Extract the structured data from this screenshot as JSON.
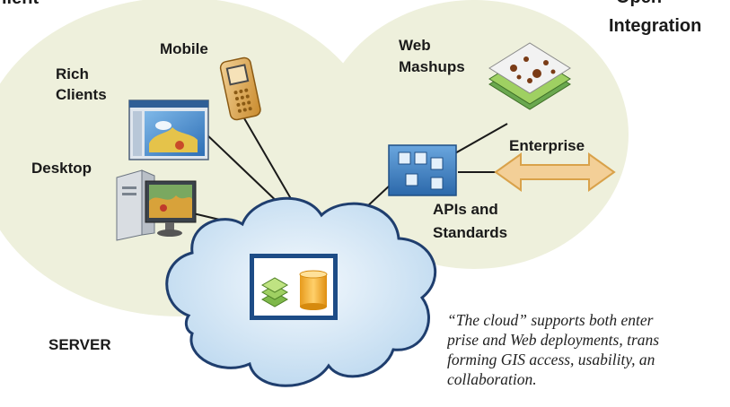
{
  "labels": {
    "client_partial": "lient",
    "open_partial": "Open",
    "integration": "Integration",
    "mobile": "Mobile",
    "rich_clients": [
      "Rich",
      "Clients"
    ],
    "desktop": "Desktop",
    "web_mashups": [
      "Web",
      "Mashups"
    ],
    "enterprise": "Enterprise",
    "apis_standards": [
      "APIs and",
      "Standards"
    ],
    "server": "SERVER"
  },
  "caption": {
    "lines": [
      "“The cloud” supports both enter",
      "prise and Web deployments, trans",
      "forming GIS access, usability, an",
      "collaboration."
    ]
  },
  "colors": {
    "ellipse_fill": "#eef0dc",
    "cloud_fill": "#cfe3f3",
    "cloud_stroke": "#1f3e6e",
    "connector": "#1a1a1a",
    "arrow_fill": "#f3cf97",
    "arrow_stroke": "#d9a24a",
    "api_box": "#3b7ec4",
    "db_orange": "#f4b23a",
    "layer_green": "#97c85a"
  },
  "icons": [
    "mobile-phone-icon",
    "rich-client-window-icon",
    "desktop-computer-icon",
    "web-mashup-layers-icon",
    "api-blocks-icon",
    "enterprise-double-arrow-icon",
    "server-layers-database-icon"
  ]
}
